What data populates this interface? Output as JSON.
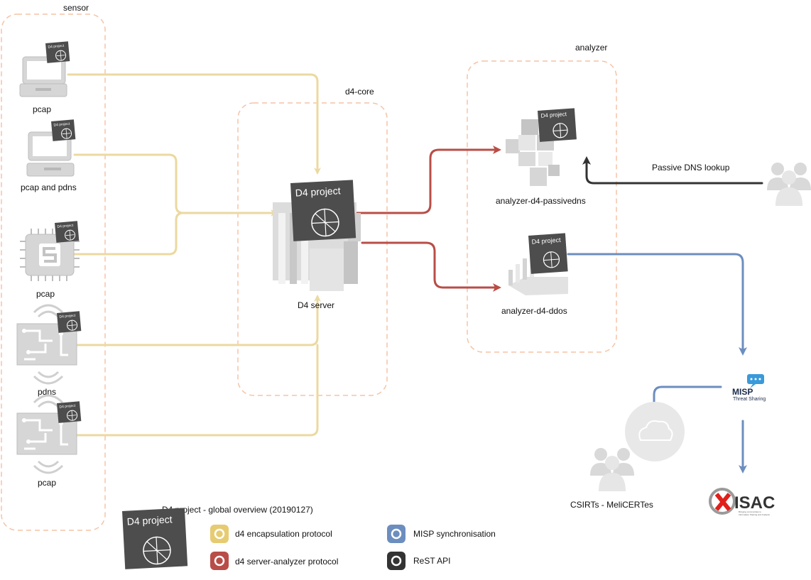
{
  "groups": {
    "sensor": "sensor",
    "d4_core": "d4-core",
    "analyzer": "analyzer"
  },
  "sensors": [
    "pcap",
    "pcap and pdns",
    "pcap",
    "pdns",
    "pcap"
  ],
  "badge_text": "D4 project",
  "server": {
    "label": "D4 server",
    "badge": "D4 project"
  },
  "analyzers": {
    "passivedns": "analyzer-d4-passivedns",
    "ddos": "analyzer-d4-ddos"
  },
  "external": {
    "passive_dns_lookup": "Passive DNS lookup",
    "misp_logo": "MISP",
    "misp_sub": "Threat Sharing",
    "csirts": "CSIRTs - MeliCERTes",
    "isac_logo": "ISAC",
    "isac_sub1": "Bringing communities to",
    "isac_sub2": "Information Sharing and Analysis"
  },
  "legend": {
    "title": "D4 project - global overview (20190127)",
    "logo_text": "D4 project",
    "items": [
      {
        "label": "d4 encapsulation protocol",
        "color": "#e6cb72"
      },
      {
        "label": "d4 server-analyzer protocol",
        "color": "#b94d47"
      },
      {
        "label": "MISP synchronisation",
        "color": "#6c8ebf"
      },
      {
        "label": "ReST API",
        "color": "#333333"
      }
    ]
  },
  "colors": {
    "encapsulation": "#ecd9a0",
    "server_analyzer": "#b94d47",
    "misp": "#6c8ebf",
    "rest": "#333333",
    "group_border": "#f5c4a6",
    "badge": "#4d4d4d"
  }
}
